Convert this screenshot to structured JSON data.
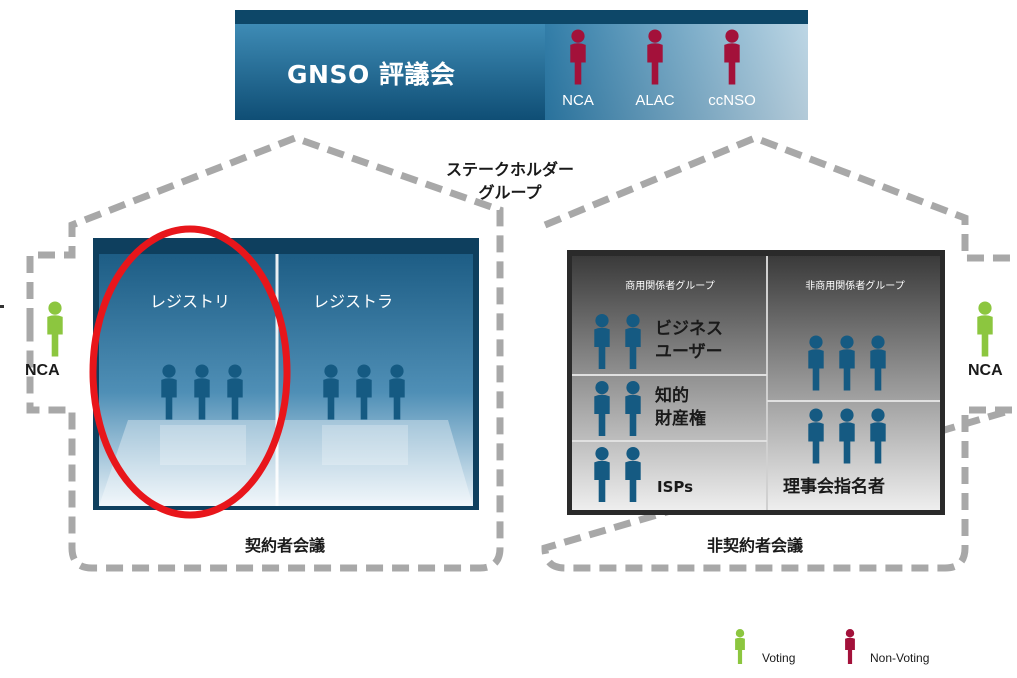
{
  "council": {
    "title": "GNSO 評議会",
    "liaisons": [
      "NCA",
      "ALAC",
      "ccNSO"
    ]
  },
  "stakeholder_groups_label_line1": "ステークホルダー",
  "stakeholder_groups_label_line2": "グループ",
  "contracted_house": {
    "label": "契約者会議",
    "columns": [
      "レジストリ",
      "レジストラ"
    ],
    "nca": "NCA"
  },
  "non_contracted_house": {
    "label": "非契約者会議",
    "commercial_header": "商用関係者グループ",
    "noncommercial_header": "非商用関係者グループ",
    "business_line1": "ビジネス",
    "business_line2": "ユーザー",
    "ip_line1": "知的",
    "ip_line2": "財産権",
    "isps": "ISPs",
    "board_appointees": "理事会指名者",
    "nca": "NCA"
  },
  "legend": {
    "voting": "Voting",
    "non_voting": "Non-Voting"
  },
  "colors": {
    "voting": "#8cc63f",
    "non_voting": "#a3113a",
    "member": "#155a82",
    "highlight": "#e8161b"
  }
}
